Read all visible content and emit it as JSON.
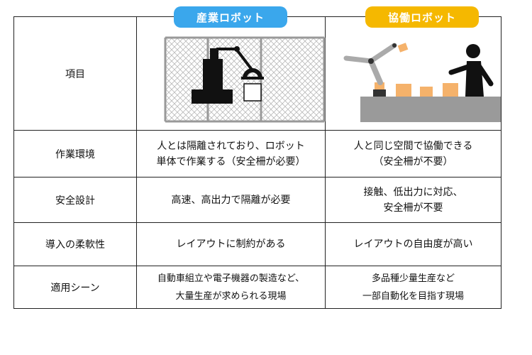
{
  "header": {
    "item_label": "項目",
    "industrial_label": "産業ロボット",
    "collab_label": "協働ロボット"
  },
  "colors": {
    "industrial_accent": "#3aa7ec",
    "collab_accent": "#f5b800",
    "box_orange": "#f5b26b",
    "table_surface": "#9a9a9a"
  },
  "rows": [
    {
      "label": "作業環境",
      "industrial": [
        "人とは隔離されており、ロボット",
        "単体で作業する（安全柵が必要）"
      ],
      "collab": [
        "人と同じ空間で協働できる",
        "（安全柵が不要）"
      ]
    },
    {
      "label": "安全設計",
      "industrial": [
        "高速、高出力で隔離が必要"
      ],
      "collab": [
        "接触、低出力に対応、",
        "安全柵が不要"
      ]
    },
    {
      "label": "導入の柔軟性",
      "industrial": [
        "レイアウトに制約がある"
      ],
      "collab": [
        "レイアウトの自由度が高い"
      ]
    },
    {
      "label": "適用シーン",
      "industrial": [
        "自動車組立や電子機器の製造など、",
        "大量生産が求められる現場"
      ],
      "collab": [
        "多品種少量生産など",
        "一部自動化を目指す現場"
      ]
    }
  ]
}
